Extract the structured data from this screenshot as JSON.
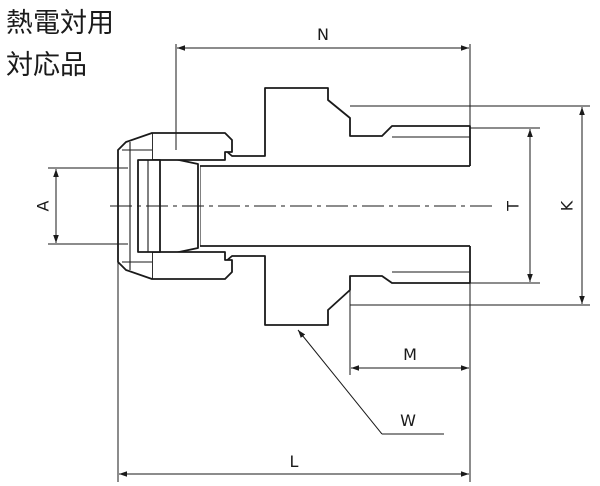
{
  "title": {
    "line1": "熱電対用",
    "line2": "対応品"
  },
  "dimensions": {
    "N": "N",
    "A": "A",
    "T": "T",
    "K": "K",
    "M": "M",
    "W": "W",
    "L": "L"
  },
  "colors": {
    "line": "#1a1a1a",
    "background": "#ffffff"
  }
}
